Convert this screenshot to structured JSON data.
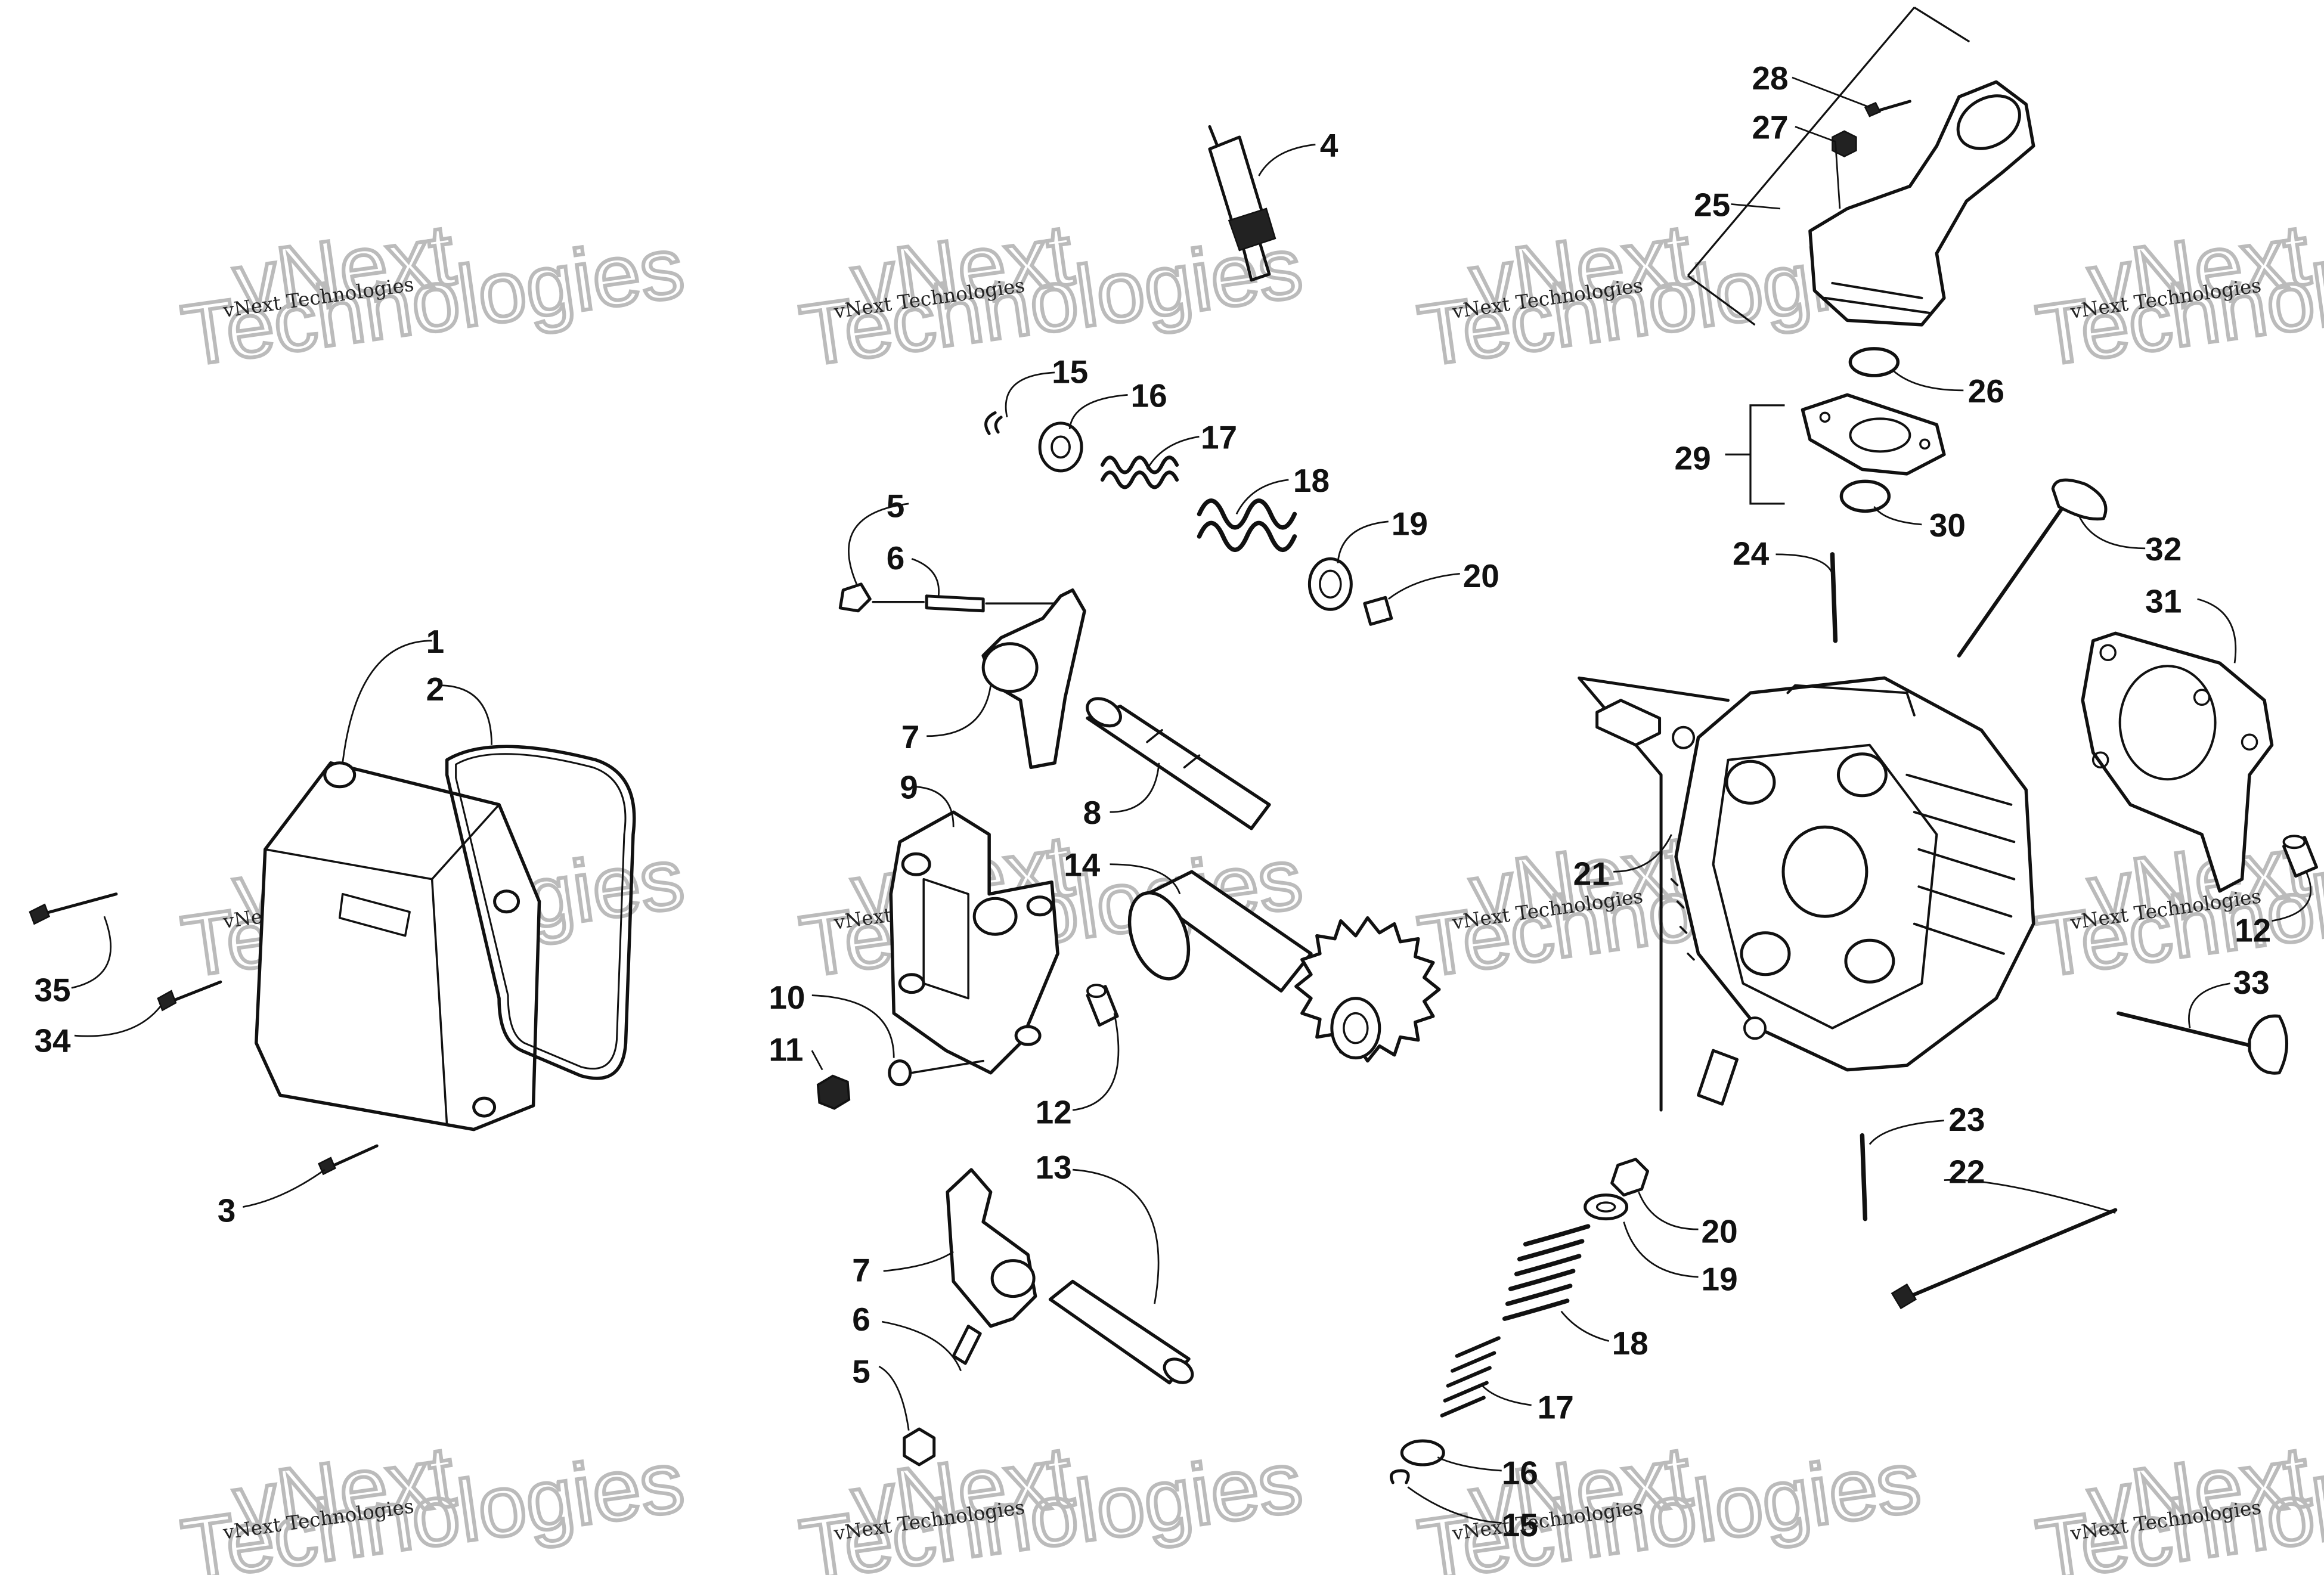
{
  "watermark": {
    "line_small": "vNext Technologies",
    "line_top": "vNext",
    "line_bottom": "Technologies"
  },
  "callouts": {
    "c1": "1",
    "c2": "2",
    "c3": "3",
    "c4": "4",
    "c5a": "5",
    "c5b": "5",
    "c6a": "6",
    "c6b": "6",
    "c7a": "7",
    "c7b": "7",
    "c8": "8",
    "c9": "9",
    "c10": "10",
    "c11": "11",
    "c12a": "12",
    "c12b": "12",
    "c13": "13",
    "c14": "14",
    "c15a": "15",
    "c15b": "15",
    "c16a": "16",
    "c16b": "16",
    "c17a": "17",
    "c17b": "17",
    "c18a": "18",
    "c18b": "18",
    "c19a": "19",
    "c19b": "19",
    "c20a": "20",
    "c20b": "20",
    "c21": "21",
    "c22": "22",
    "c23": "23",
    "c24": "24",
    "c25": "25",
    "c26": "26",
    "c27": "27",
    "c28": "28",
    "c29": "29",
    "c30": "30",
    "c31": "31",
    "c32": "32",
    "c33": "33",
    "c34": "34",
    "c35": "35"
  }
}
